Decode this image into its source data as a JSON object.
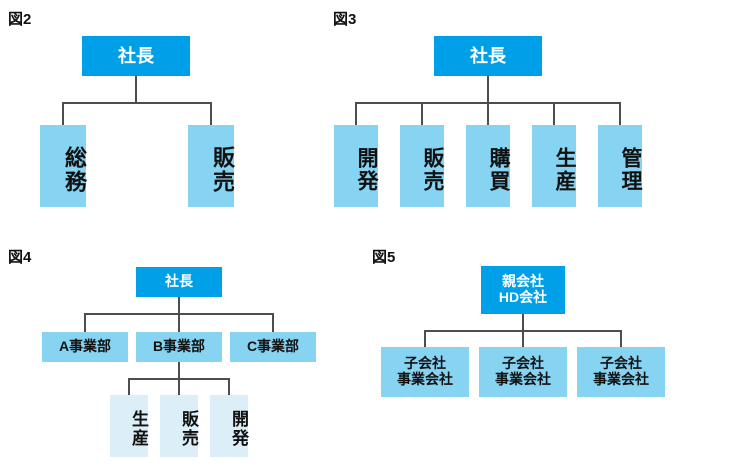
{
  "figures": [
    {
      "id": "fig2",
      "label": "図2",
      "root": {
        "text": "社長"
      },
      "children": [
        {
          "text": "総務"
        },
        {
          "text": "販売"
        }
      ]
    },
    {
      "id": "fig3",
      "label": "図3",
      "root": {
        "text": "社長"
      },
      "children": [
        {
          "text": "開発"
        },
        {
          "text": "販売"
        },
        {
          "text": "購買"
        },
        {
          "text": "生産"
        },
        {
          "text": "管理"
        }
      ]
    },
    {
      "id": "fig4",
      "label": "図4",
      "root": {
        "text": "社長"
      },
      "children": [
        {
          "text": "A事業部"
        },
        {
          "text": "B事業部"
        },
        {
          "text": "C事業部"
        }
      ],
      "grandchildren": [
        {
          "text": "生産"
        },
        {
          "text": "販売"
        },
        {
          "text": "開発"
        }
      ]
    },
    {
      "id": "fig5",
      "label": "図5",
      "root": {
        "line1": "親会社",
        "line2": "HD会社"
      },
      "children": [
        {
          "line1": "子会社",
          "line2": "事業会社"
        },
        {
          "line1": "子会社",
          "line2": "事業会社"
        },
        {
          "line1": "子会社",
          "line2": "事業会社"
        }
      ]
    }
  ],
  "colors": {
    "root_fill": "#00a0e9",
    "level2_fill": "#87d3f2",
    "level3_fill": "#dceef8",
    "connector": "#4d4d4d",
    "root_text": "#ffffff",
    "node_text": "#111111",
    "background": "#ffffff"
  }
}
